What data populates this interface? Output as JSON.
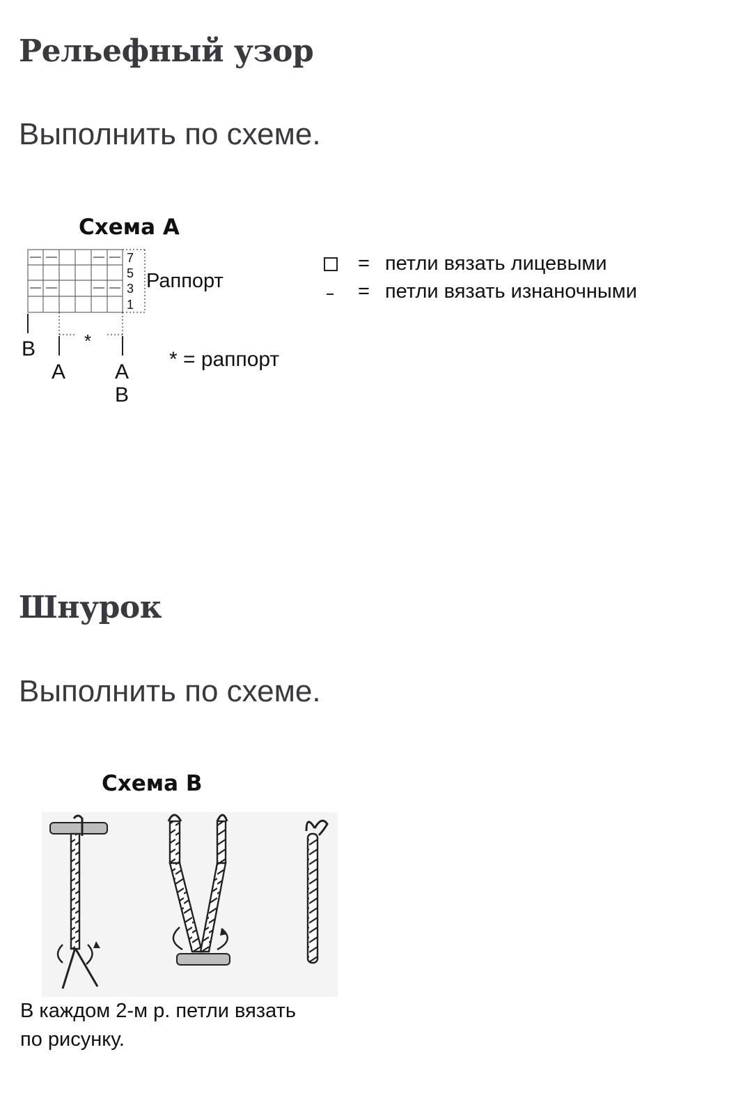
{
  "section1": {
    "heading": "Рельефный узор",
    "text": "Выполнить по схеме."
  },
  "scheme_a": {
    "title": "Схема А",
    "row_numbers": [
      "7",
      "5",
      "3",
      "1"
    ],
    "rapport_label": "Раппорт",
    "bottom_labels": {
      "b_left": "В",
      "a_left": "А",
      "star": "*",
      "a_right": "А",
      "b_right": "В"
    },
    "note": "* = раппорт",
    "legend": [
      {
        "symbol_icon": "empty-square-icon",
        "equals": "=",
        "text": "петли вязать лицевыми"
      },
      {
        "symbol_icon": "dash-icon",
        "equals": "=",
        "text": "петли вязать изнаночными"
      }
    ]
  },
  "section2": {
    "heading": "Шнурок",
    "text": "Выполнить по схеме."
  },
  "scheme_b": {
    "title": "Схема В",
    "caption_line1": "В каждом 2-м р. петли вязать",
    "caption_line2": "по рисунку."
  }
}
